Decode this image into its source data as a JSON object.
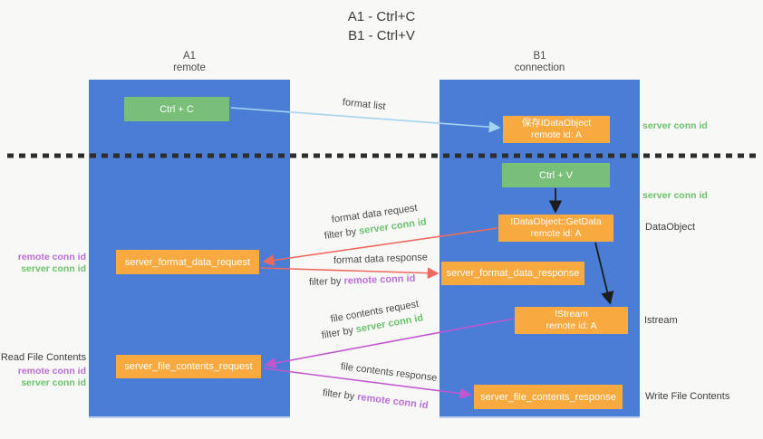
{
  "title": {
    "line1": "A1 - Ctrl+C",
    "line2": "B1 - Ctrl+V"
  },
  "lifelines": {
    "left": {
      "title": "A1",
      "subtitle": "remote"
    },
    "right": {
      "title": "B1",
      "subtitle": "connection"
    }
  },
  "nodes": {
    "ctrl_c": {
      "label": "Ctrl + C"
    },
    "ctrl_v": {
      "label": "Ctrl + V"
    },
    "save_idataobject": {
      "line1": "保存IDataObject",
      "line2": "remote id: A"
    },
    "getdata": {
      "line1": "IDataObject::GetData",
      "line2": "remote id: A"
    },
    "istream": {
      "line1": "IStream",
      "line2": "remote id: A"
    },
    "format_request": {
      "label": "server_format_data_request"
    },
    "format_response": {
      "label": "server_format_data_response"
    },
    "file_request": {
      "label": "server_file_contents_request"
    },
    "file_response": {
      "label": "server_file_contents_response"
    }
  },
  "arrows": {
    "format_list": {
      "label": "format list"
    },
    "format_data_request": {
      "label": "format data request",
      "filter_prefix": "filter by",
      "filter_key": "server conn id"
    },
    "format_data_response": {
      "label": "format data response",
      "filter_prefix": "filter by",
      "filter_key": "remote conn id"
    },
    "file_contents_request": {
      "label": "file contents request",
      "filter_prefix": "filter by",
      "filter_key": "server conn id"
    },
    "file_contents_response": {
      "label": "file contents response",
      "filter_prefix": "filter by",
      "filter_key": "remote conn id"
    }
  },
  "annotations": {
    "right_server_conn_id_1": "server conn id",
    "right_server_conn_id_2": "server conn id",
    "dataobject": "DataObject",
    "istream": "Istream",
    "write_file_contents": "Write File Contents",
    "read_file_contents": "Read File Contents",
    "left_remote_conn_id_1": "remote conn id",
    "left_server_conn_id_1": "server conn id",
    "left_remote_conn_id_2": "remote conn id",
    "left_server_conn_id_2": "server conn id"
  },
  "colors": {
    "lifeline_blue": "#4a7ed6",
    "node_green": "#79bf79",
    "node_orange": "#f8a940",
    "label_green": "#6cc26c",
    "label_purple": "#b96ed6",
    "arrow_red": "#ed6a5e",
    "arrow_blue": "#a5d5ee",
    "arrow_purple": "#c057ce",
    "arrow_black": "#1d1d1d",
    "divider_black": "#2d2d2d"
  }
}
